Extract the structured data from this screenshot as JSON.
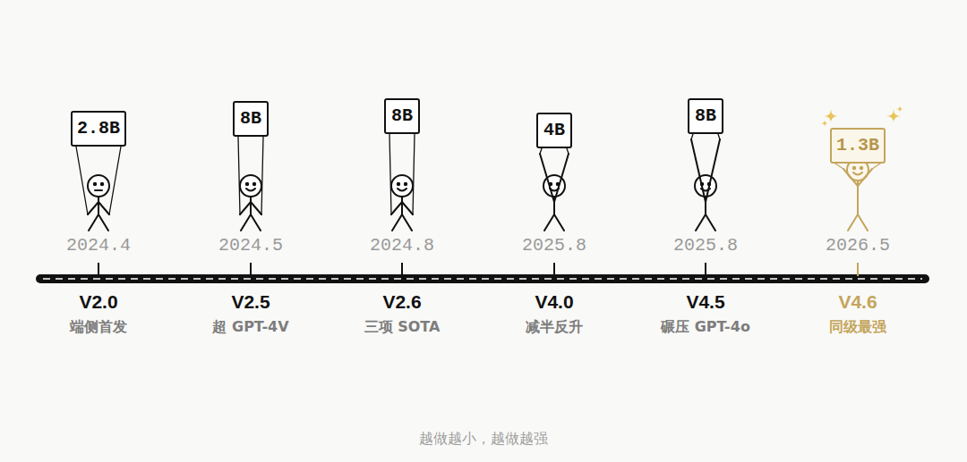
{
  "diagram": {
    "caption": "越做越小，越做越强",
    "nodes": [
      {
        "text": [
          "2.8B"
        ]
      },
      {
        "text": [
          "8B"
        ]
      },
      {
        "text": [
          "8B"
        ]
      },
      {
        "text": [
          "4B"
        ]
      },
      {
        "text": [
          "8B"
        ]
      },
      {
        "text": [
          "1.3B"
        ]
      }
    ],
    "labels": [
      "2024.4",
      "V2.0",
      "端侧首发",
      "2024.5",
      "V2.5",
      "超 GPT-4V",
      "2024.8",
      "V2.6",
      "三项 SOTA",
      "2025.8",
      "V4.0",
      "减半反升",
      "2025.8",
      "V4.5",
      "碾压 GPT-4o",
      "2026.5",
      "V4.6",
      "同级最强"
    ]
  }
}
